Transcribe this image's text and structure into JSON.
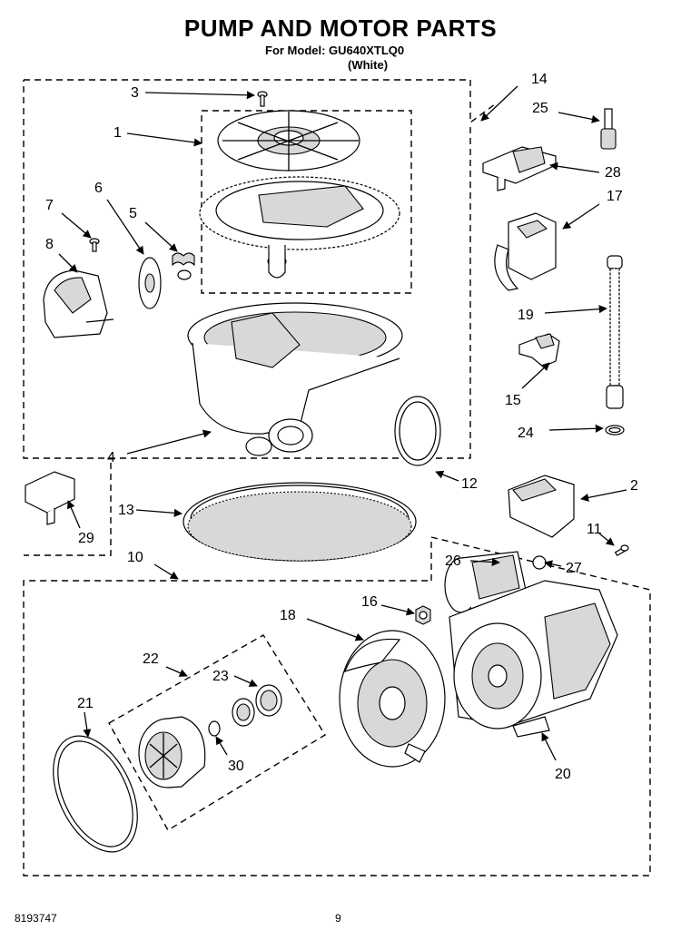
{
  "header": {
    "title": "PUMP AND MOTOR PARTS",
    "model_line": "For Model: GU640XTLQ0",
    "color_line": "(White)"
  },
  "footer": {
    "doc_number": "8193747",
    "page_number": "9"
  },
  "callouts": {
    "c1": "1",
    "c2": "2",
    "c3": "3",
    "c4": "4",
    "c5": "5",
    "c6": "6",
    "c7": "7",
    "c8": "8",
    "c10": "10",
    "c11": "11",
    "c12": "12",
    "c13": "13",
    "c14": "14",
    "c15": "15",
    "c16": "16",
    "c17": "17",
    "c18": "18",
    "c19": "19",
    "c20": "20",
    "c21": "21",
    "c22": "22",
    "c23": "23",
    "c24": "24",
    "c25": "25",
    "c26": "26",
    "c27": "27",
    "c28": "28",
    "c29": "29",
    "c30": "30"
  }
}
